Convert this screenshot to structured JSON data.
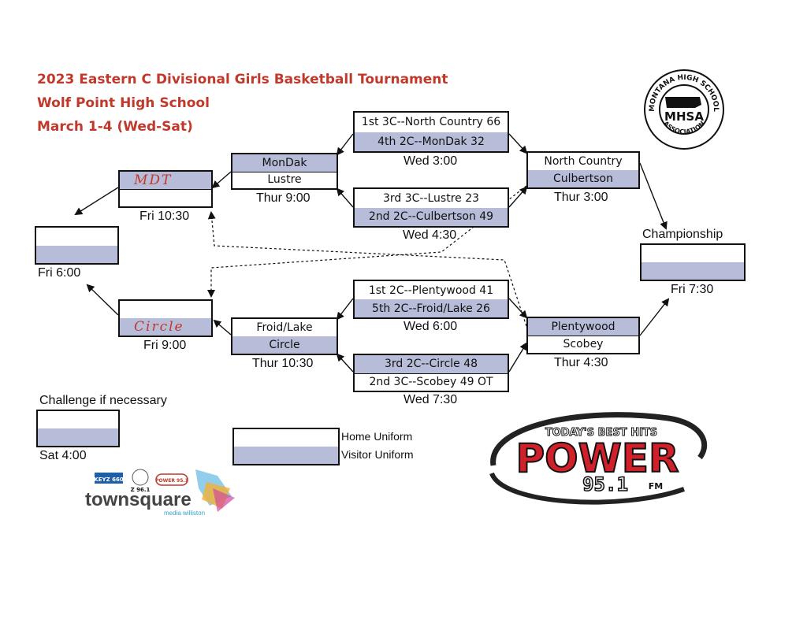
{
  "title": {
    "line1": "2023 Eastern C Divisional Girls Basketball Tournament",
    "line2": "Wolf Point High School",
    "line3": "March 1-4 (Wed-Sat)"
  },
  "games": {
    "wed3": {
      "top": "1st 3C--North Country 66",
      "bottom": "4th 2C--MonDak 32",
      "time": "Wed 3:00"
    },
    "wed430": {
      "top": "3rd 3C--Lustre 23",
      "bottom": "2nd 2C--Culbertson 49",
      "time": "Wed 4:30"
    },
    "wed6": {
      "top": "1st 2C--Plentywood 41",
      "bottom": "5th 2C--Froid/Lake 26",
      "time": "Wed 6:00"
    },
    "wed730": {
      "top": "3rd 2C--Circle 48",
      "bottom": "2nd 3C--Scobey 49 OT",
      "time": "Wed 7:30"
    },
    "thur9": {
      "top": "MonDak",
      "bottom": "Lustre",
      "time": "Thur 9:00"
    },
    "thur1030": {
      "top": "Froid/Lake",
      "bottom": "Circle",
      "time": "Thur 10:30"
    },
    "thur3": {
      "top": "North Country",
      "bottom": "Culbertson",
      "time": "Thur 3:00"
    },
    "thur430": {
      "top": "Plentywood",
      "bottom": "Scobey",
      "time": "Thur 4:30"
    },
    "fri1030": {
      "top": "MDT",
      "bottom": "",
      "time": "Fri 10:30"
    },
    "fri9": {
      "top": "",
      "bottom": "Circle",
      "time": "Fri 9:00"
    },
    "fri6": {
      "top": "",
      "bottom": "",
      "time": "Fri 6:00"
    },
    "championship": {
      "label": "Championship",
      "top": "",
      "bottom": "",
      "time": "Fri 7:30"
    },
    "challenge": {
      "label": "Challenge if necessary",
      "top": "",
      "bottom": "",
      "time": "Sat 4:00"
    }
  },
  "legend": {
    "home": "Home Uniform",
    "visitor": "Visitor Uniform"
  },
  "logos": {
    "mhsa": {
      "center": "MHSA",
      "ring_top": "MONTANA HIGH SCHOOL",
      "ring_bottom": "ASSOCIATION"
    },
    "power": {
      "tagline": "TODAY'S BEST HITS",
      "word": "POWER",
      "freq": "95.1",
      "unit": "FM"
    },
    "townsquare": {
      "name": "townsquare",
      "sub": "media williston",
      "keyz": "KEYZ 660",
      "z": "Z 96.1",
      "power": "POWER 95.1"
    }
  },
  "colors": {
    "title": "#c0392b",
    "visitor_fill": "#b7bcd8",
    "handwriting": "#c0392b",
    "power_red": "#d0202a"
  }
}
